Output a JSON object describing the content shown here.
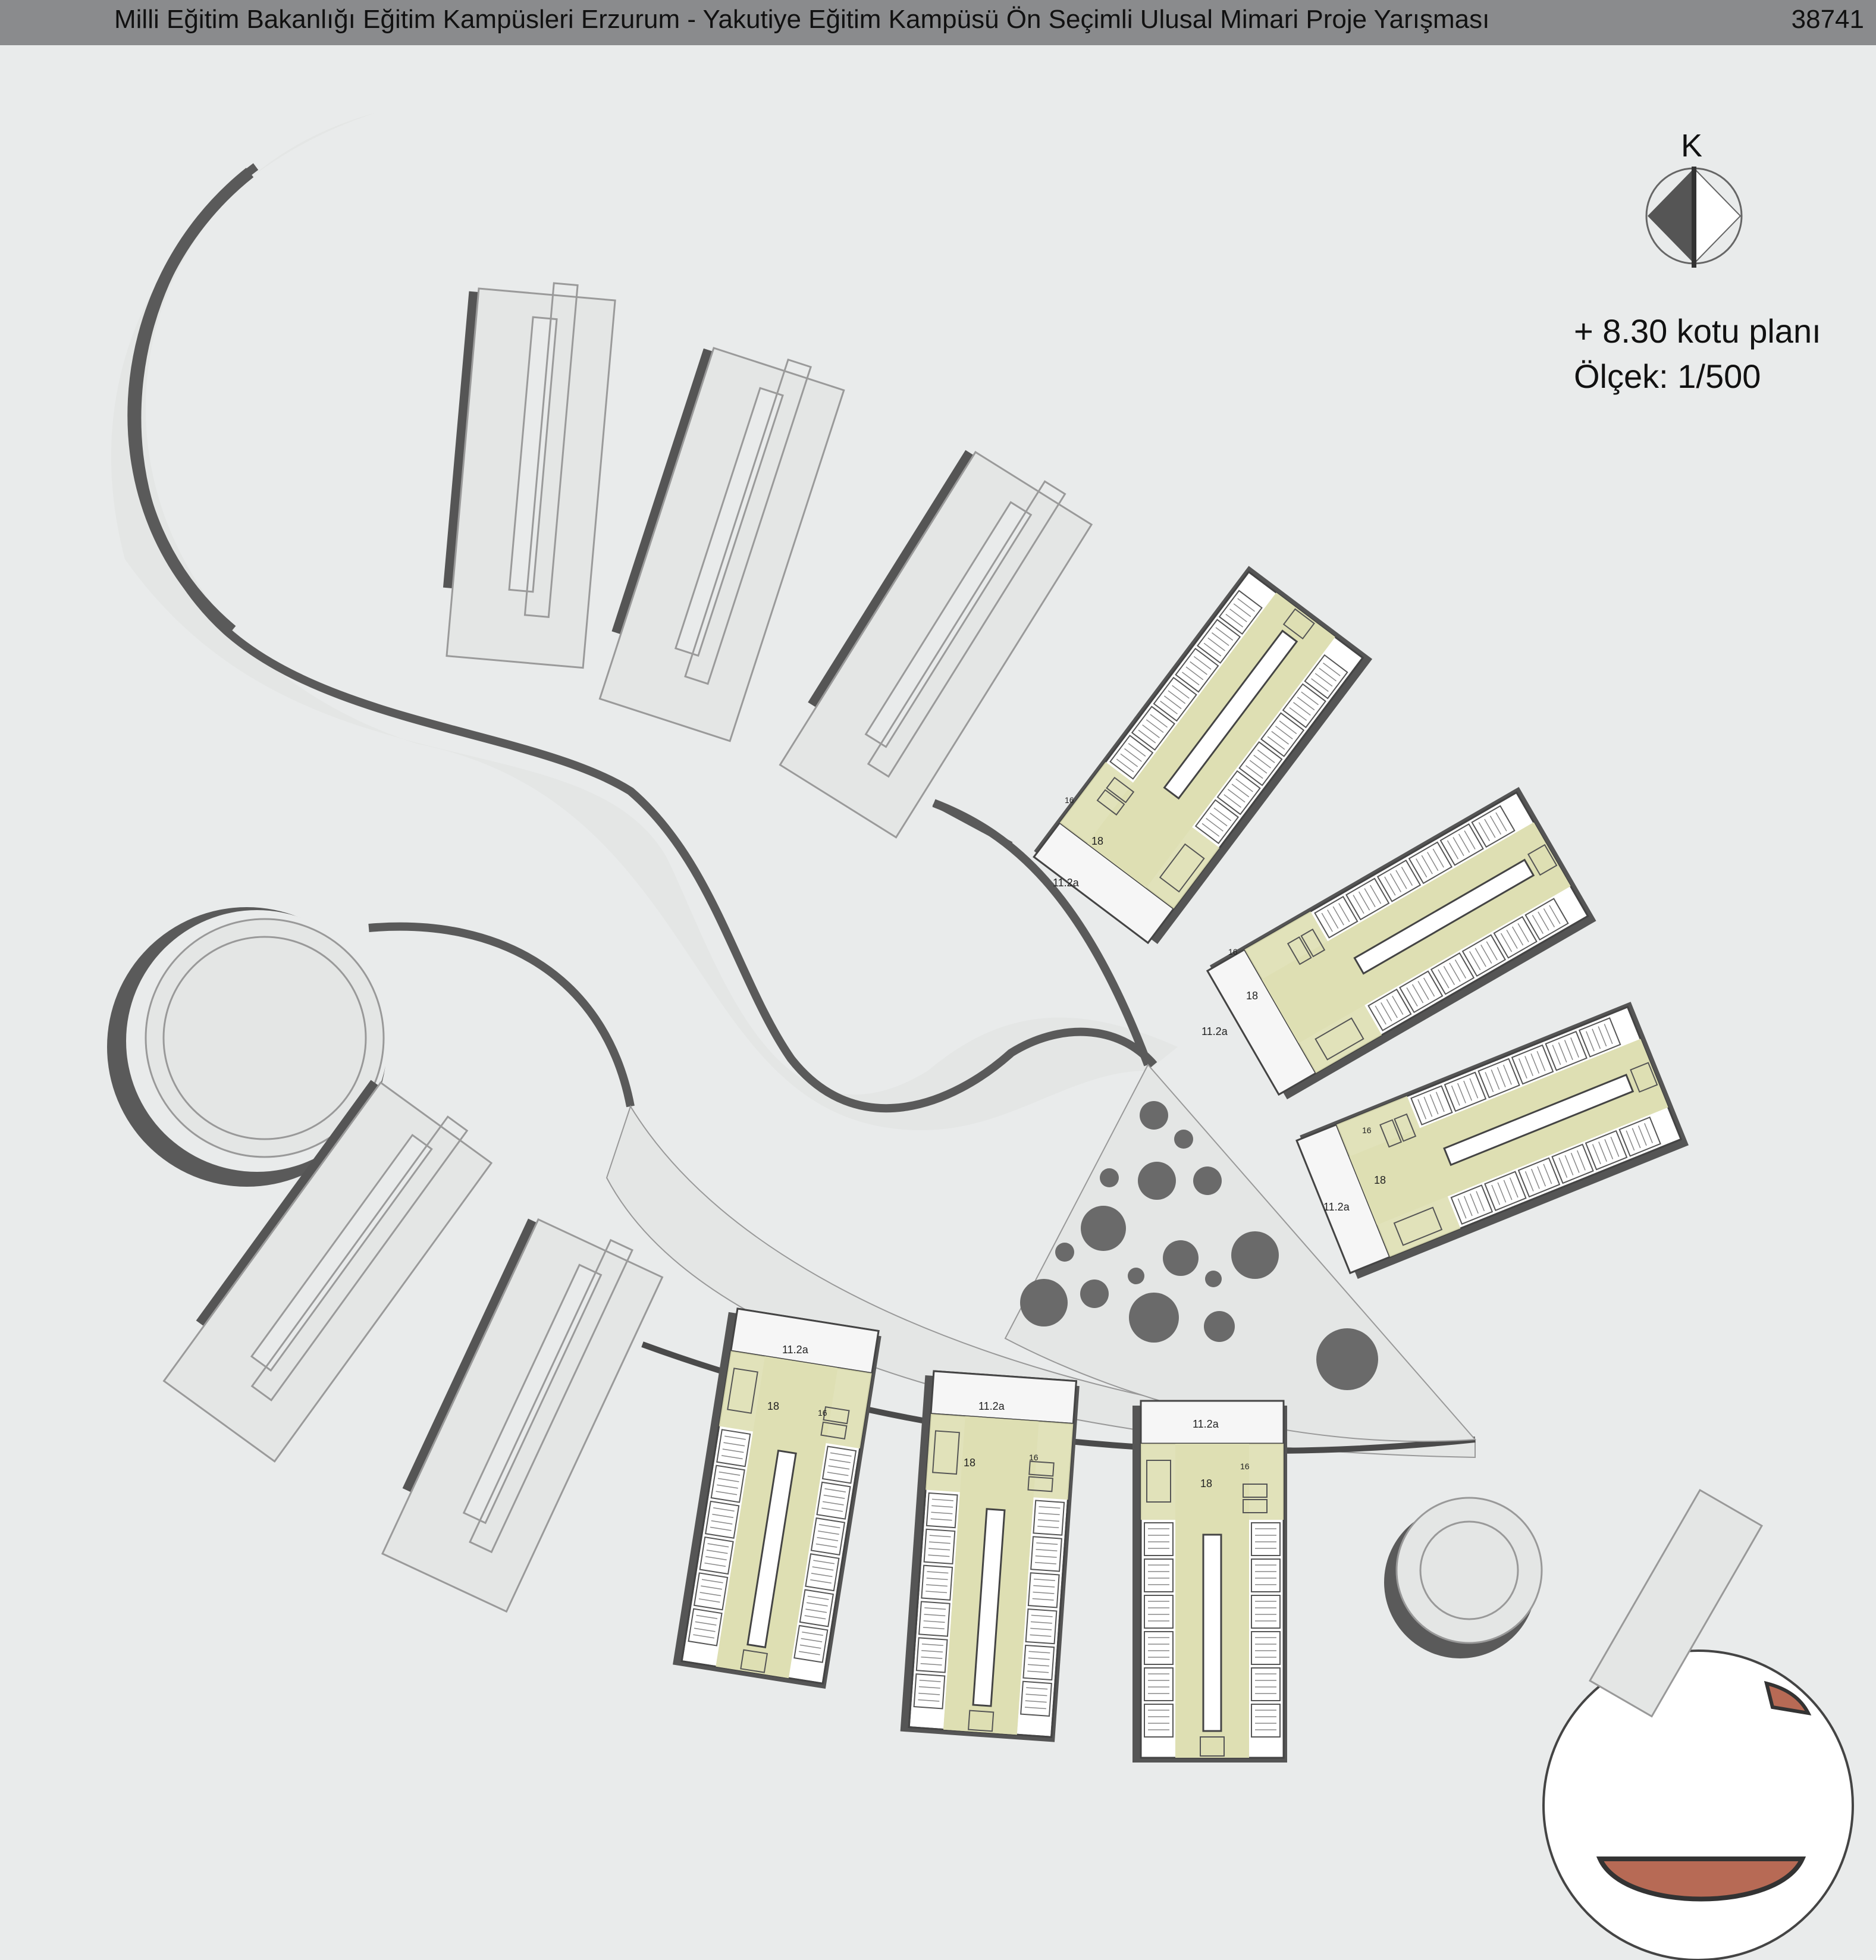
{
  "header": {
    "title": "Milli Eğitim Bakanlığı Eğitim Kampüsleri  Erzurum - Yakutiye Eğitim Kampüsü Ön Seçimli Ulusal Mimari Proje Yarışması",
    "code": "38741"
  },
  "north_arrow": {
    "letter": "K"
  },
  "plan_info": {
    "level": "+ 8.30 kotu planı",
    "scale": "Ölçek: 1/500"
  },
  "room_labels": {
    "hall": "18",
    "entrance": "11.2a",
    "service": "16"
  },
  "colors": {
    "background": "#e9ebeb",
    "header_bar": "#8a8b8d",
    "corridor": "#dedfb2",
    "building_roof": "#e4e6e5",
    "shadow": "#555555",
    "terrace": "#b76a55"
  }
}
